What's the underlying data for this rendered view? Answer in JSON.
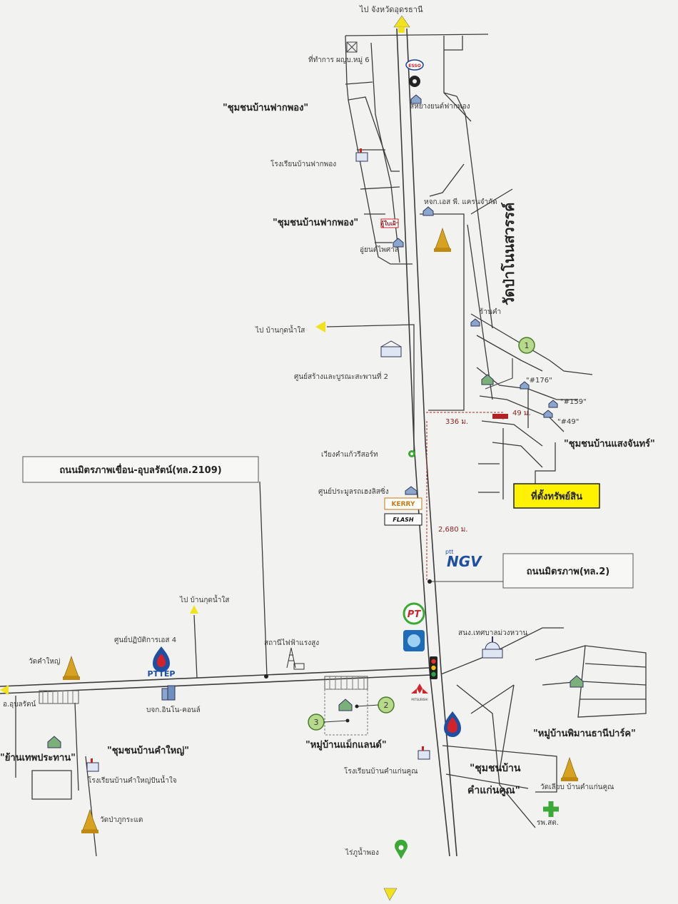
{
  "labels": {
    "to_udon": "ไป จังหวัดอุดรธานี",
    "office_village6": "ที่ทำการ ผญบ.หมู่ 6",
    "sahayang": "สหยางยนต์ฟากพอง",
    "community_fakphong_1": "\"ชุมชนบ้านฟากพอง\"",
    "school_fakphong": "โรงเรียนบ้านฟากพอง",
    "hjk_sp": "หจก.เอส พี. แครนจำกัด",
    "community_fakphong_2": "\"ชุมชนบ้านฟากพอง\"",
    "supercheap": "ตู้ใบเฝ้า",
    "uyen_phaisan": "อู่ยนต์ไพศาล",
    "wat_pa": "วัดป่าโนนสวรรค์",
    "to_ban_kut": "ไป บ้านกุดน้ำใส",
    "shop_kham": "ร้านคำ",
    "center_rehab": "ศูนย์สร้างและบูรณะสะพานที่ 2",
    "h176": "\"#176\"",
    "h159": "\"#159\"",
    "h49": "\"#49\"",
    "dist_336": "336 ม.",
    "dist_49": "49 ม.",
    "dist_2680": "2,680 ม.",
    "wiang_kham": "เวียงคำแก้วรีสอร์ท",
    "road_2109": "ถนนมิตรภาพเขื่อน-อุบลรัตน์(ทล.2109)",
    "community_saengchan": "\"ชุมชนบ้านแสงจันทร์\"",
    "property_site": "ที่ตั้งทรัพย์สิน",
    "center_hengli": "ศูนย์ประมูลรถเฮงลิสซิ่ง",
    "kerry": "KERRY",
    "flash": "FLASH",
    "ngv": "NGV",
    "pt_brand": "ptt",
    "road_mittraphap": "ถนนมิตรภาพ(ทล.2)",
    "to_ban_kut_2": "ไป บ้านกุดน้ำใส",
    "pttep_center": "ศูนย์ปฏิบัติการเอส 4",
    "pttep": "PTTEP",
    "power_station": "สถานีไฟฟ้าแรงสูง",
    "wat_kham_yai": "วัดคำใหญ่",
    "municipality": "สนง.เทศบาลม่วงหวาน",
    "ubonrat": "อ.อุบลรัตน์",
    "bkj_innocon": "บจก.อินโน-คอนล์",
    "mitsubishi": "MITSUBISHI",
    "community_kham_yai": "\"ชุมชนบ้านคำใหญ่\"",
    "village_max": "\"หมู่บ้านแม็กแลนด์\"",
    "village_phiman": "\"หมู่บ้านพิมานธานีปาร์ค\"",
    "village_thep": "\"ย้านเทพประทาน\"",
    "school_kham_yai": "โรงเรียนบ้านคำใหญ่ปันน้ำใจ",
    "school_kham_kaen": "โรงเรียนบ้านคำแก่นคูณ",
    "community_kham_kaen_1": "\"ชุมชนบ้าน",
    "community_kham_kaen_2": "คำแก่นคูณ\"",
    "wat_liap": "วัดเลียบ บ้านคำแก่นคูณ",
    "wat_pa_phu": "วัดป่าภูกระแต",
    "rph": "รพ.สต.",
    "rai_phong": "ไร่ภูน้ำพอง",
    "esso": "ESSO",
    "pt": "PT",
    "n1": "1",
    "n2": "2",
    "n3": "3"
  },
  "colors": {
    "property_box": "#fff200",
    "badge_green": "#b7d98b",
    "road_arrow": "#f2e21c",
    "dist_red": "#b22222",
    "pttep_blue": "#1f4fa3",
    "ptt_red": "#d2232a",
    "hospital_green": "#3aa935"
  }
}
